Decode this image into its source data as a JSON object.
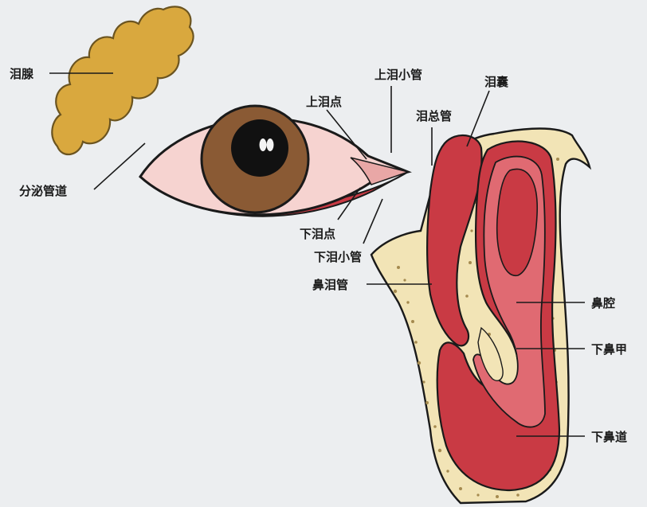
{
  "labels": {
    "lacrimal_gland": "泪腺",
    "excretory_ducts": "分泌管道",
    "upper_punctum": "上泪点",
    "upper_canaliculus": "上泪小管",
    "common_canaliculus": "泪总管",
    "lacrimal_sac": "泪囊",
    "lower_punctum": "下泪点",
    "lower_canaliculus": "下泪小管",
    "nasolacrimal_duct": "鼻泪管",
    "nasal_cavity": "鼻腔",
    "inferior_turbinate": "下鼻甲",
    "inferior_meatus": "下鼻道"
  },
  "colors": {
    "background": "#eceef0",
    "gland": "#d9a83e",
    "gland_outline": "#6b5420",
    "bone": "#f2e4b6",
    "bone_speckle": "#a58a4f",
    "tissue_red": "#c93a44",
    "tissue_light": "#e06a72",
    "iris": "#8a5a34",
    "pupil": "#111111",
    "sclera": "#f6d3d0",
    "lid_pink": "#e9b2ad",
    "outline": "#1a1a1a"
  }
}
